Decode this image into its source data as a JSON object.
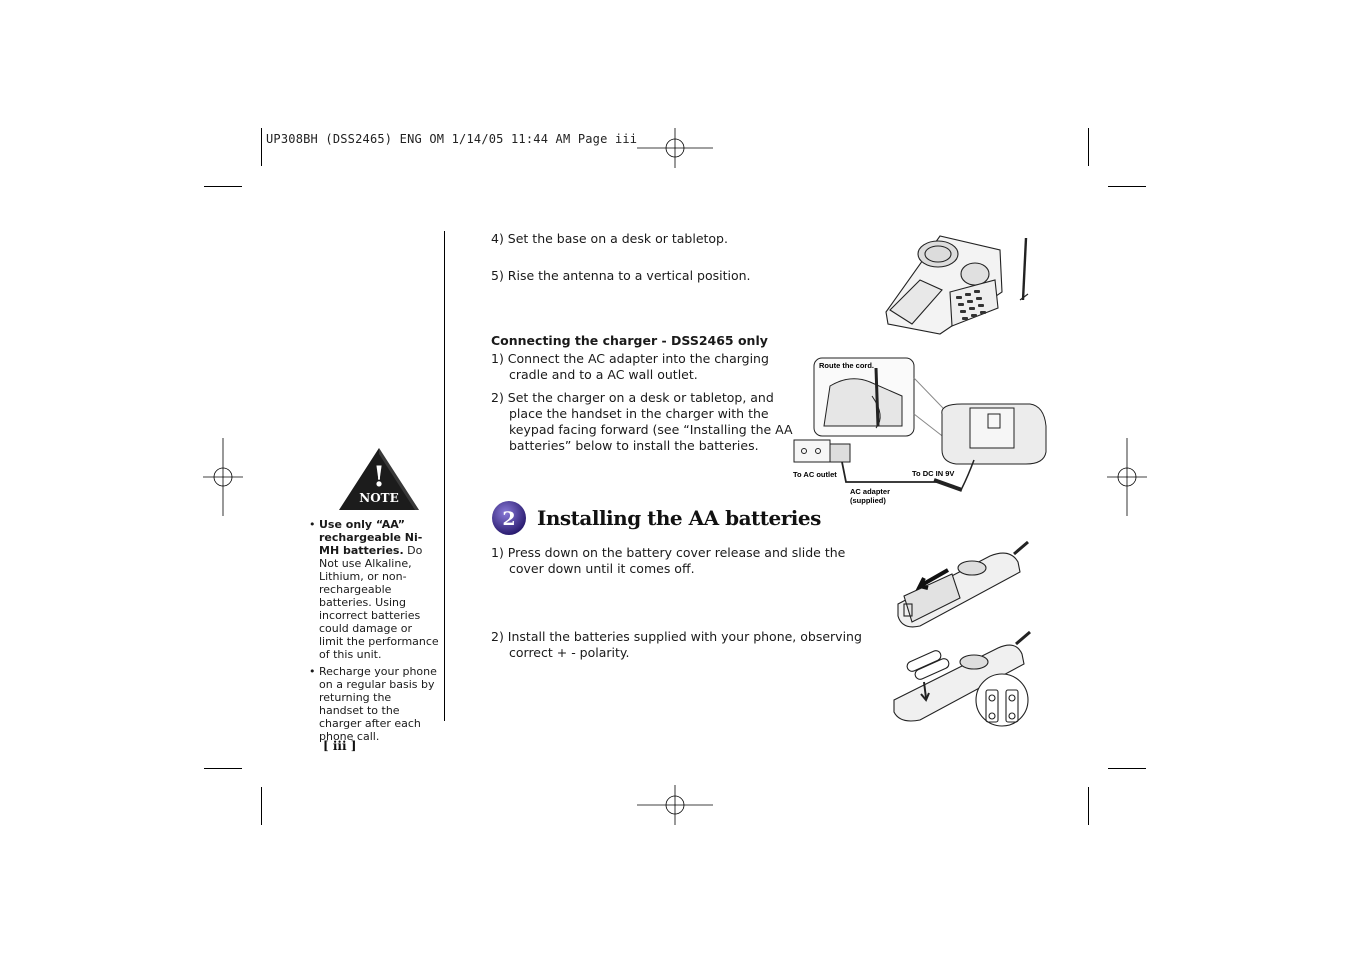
{
  "slug": "UP308BH (DSS2465) ENG OM  1/14/05  11:44 AM  Page iii",
  "steps_base": [
    {
      "text": "4) Set the base on a desk or tabletop."
    },
    {
      "text": "5) Rise the antenna to a vertical position."
    }
  ],
  "charger": {
    "heading": "Connecting the charger - DSS2465 only",
    "steps": [
      {
        "text": "1) Connect the AC adapter into the charging cradle and to a AC wall outlet."
      },
      {
        "text": "2) Set the charger on a desk or tabletop, and place the handset in the charger with the keypad facing forward (see “Installing the AA batteries” below to install the batteries."
      }
    ],
    "illustration_labels": {
      "route": "Route the cord.",
      "ac_outlet": "To AC outlet",
      "dc_in": "To DC IN 9V",
      "adapter": "AC adapter",
      "supplied": "(supplied)"
    }
  },
  "section": {
    "number": "2",
    "title": "Installing the AA batteries",
    "steps": [
      {
        "text": "1) Press down on the battery cover release and slide the cover down until it comes off."
      },
      {
        "text": "2) Install the batteries supplied with your phone, observing correct + - polarity."
      }
    ]
  },
  "note": {
    "badge_symbol": "!",
    "badge_label": "NOTE",
    "item1_bold": "Use only “AA” rechargeable Ni-MH batteries.",
    "item1_rest": " Do Not use Alkaline, Lithium, or non-rechargeable batteries. Using incorrect batteries could damage or limit the performance of this unit.",
    "item2": "Recharge your phone on a regular basis by returning the handset to the charger after each phone call."
  },
  "page_number": "[ iii ]",
  "colors": {
    "badge_fill": "#1c1c1c",
    "section_circle": "#3b2a86",
    "text": "#1a1a1a"
  }
}
